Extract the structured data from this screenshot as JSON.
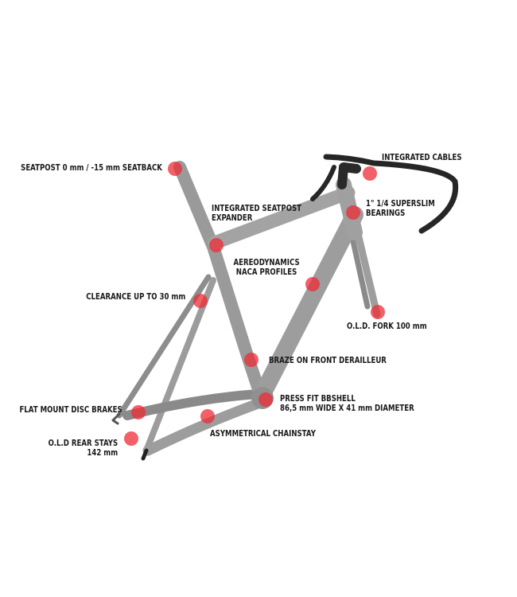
{
  "colors": {
    "frame": "#9a9a9a",
    "frame_shade": "#7e7e7e",
    "bar": "#262626",
    "hotspot": "#ee2b35"
  },
  "labels": {
    "seatpost": [
      "SEATPOST 0 mm / -15 mm SEATBACK"
    ],
    "integrated_cables": [
      "INTEGRATED CABLES"
    ],
    "bearings": [
      "1\" 1/4 SUPERSLIM",
      "BEARINGS"
    ],
    "seatpost_expander": [
      "INTEGRATED SEATPOST",
      "EXPANDER"
    ],
    "aero": [
      "AEREODYNAMICS",
      "NACA PROFILES"
    ],
    "clearance": [
      "CLEARANCE UP TO 30 mm"
    ],
    "fork": [
      "O.L.D. FORK 100 mm"
    ],
    "braze_on": [
      "BRAZE ON FRONT DERAILLEUR"
    ],
    "bbshell": [
      "PRESS FIT BBSHELL",
      "86,5 mm WIDE X 41 mm DIAMETER"
    ],
    "disc_brakes": [
      "FLAT MOUNT DISC BRAKES"
    ],
    "chainstay": [
      "ASYMMETRICAL CHAINSTAY"
    ],
    "rear_stays": [
      "O.L.D REAR STAYS",
      "142 mm"
    ]
  }
}
